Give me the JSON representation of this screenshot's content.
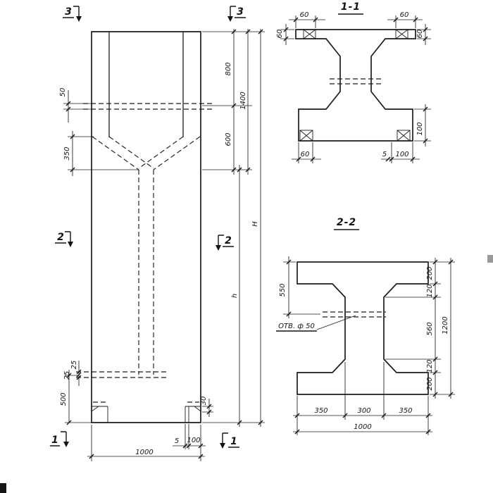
{
  "elevation": {
    "marker_3": "3",
    "marker_2": "2",
    "marker_1": "1",
    "dim_800": "800",
    "dim_1400": "1400",
    "dim_600": "600",
    "dim_h_small": "h",
    "dim_h_big": "H",
    "dim_50": "50",
    "dim_350": "350",
    "dim_25_a": "25",
    "dim_25_b": "25",
    "dim_500": "500",
    "dim_30": "30",
    "dim_5": "5",
    "dim_100": "100",
    "dim_1000": "1000"
  },
  "section_1_1": {
    "title": "1-1",
    "dim_60_top_left": "60",
    "dim_60_top_right": "60",
    "dim_60_left": "60",
    "dim_60_right": "60",
    "dim_60_bottom": "60",
    "dim_5": "5",
    "dim_100_bottom": "100",
    "dim_100_right": "100"
  },
  "section_2_2": {
    "title": "2-2",
    "dim_550": "550",
    "dim_200_top": "200",
    "dim_120_top": "120",
    "dim_560": "560",
    "dim_120_bottom": "120",
    "dim_200_bottom": "200",
    "dim_1200": "1200",
    "dim_350_left": "350",
    "dim_300": "300",
    "dim_350_right": "350",
    "dim_1000": "1000",
    "hole_label": "ОТВ. ф 50"
  }
}
